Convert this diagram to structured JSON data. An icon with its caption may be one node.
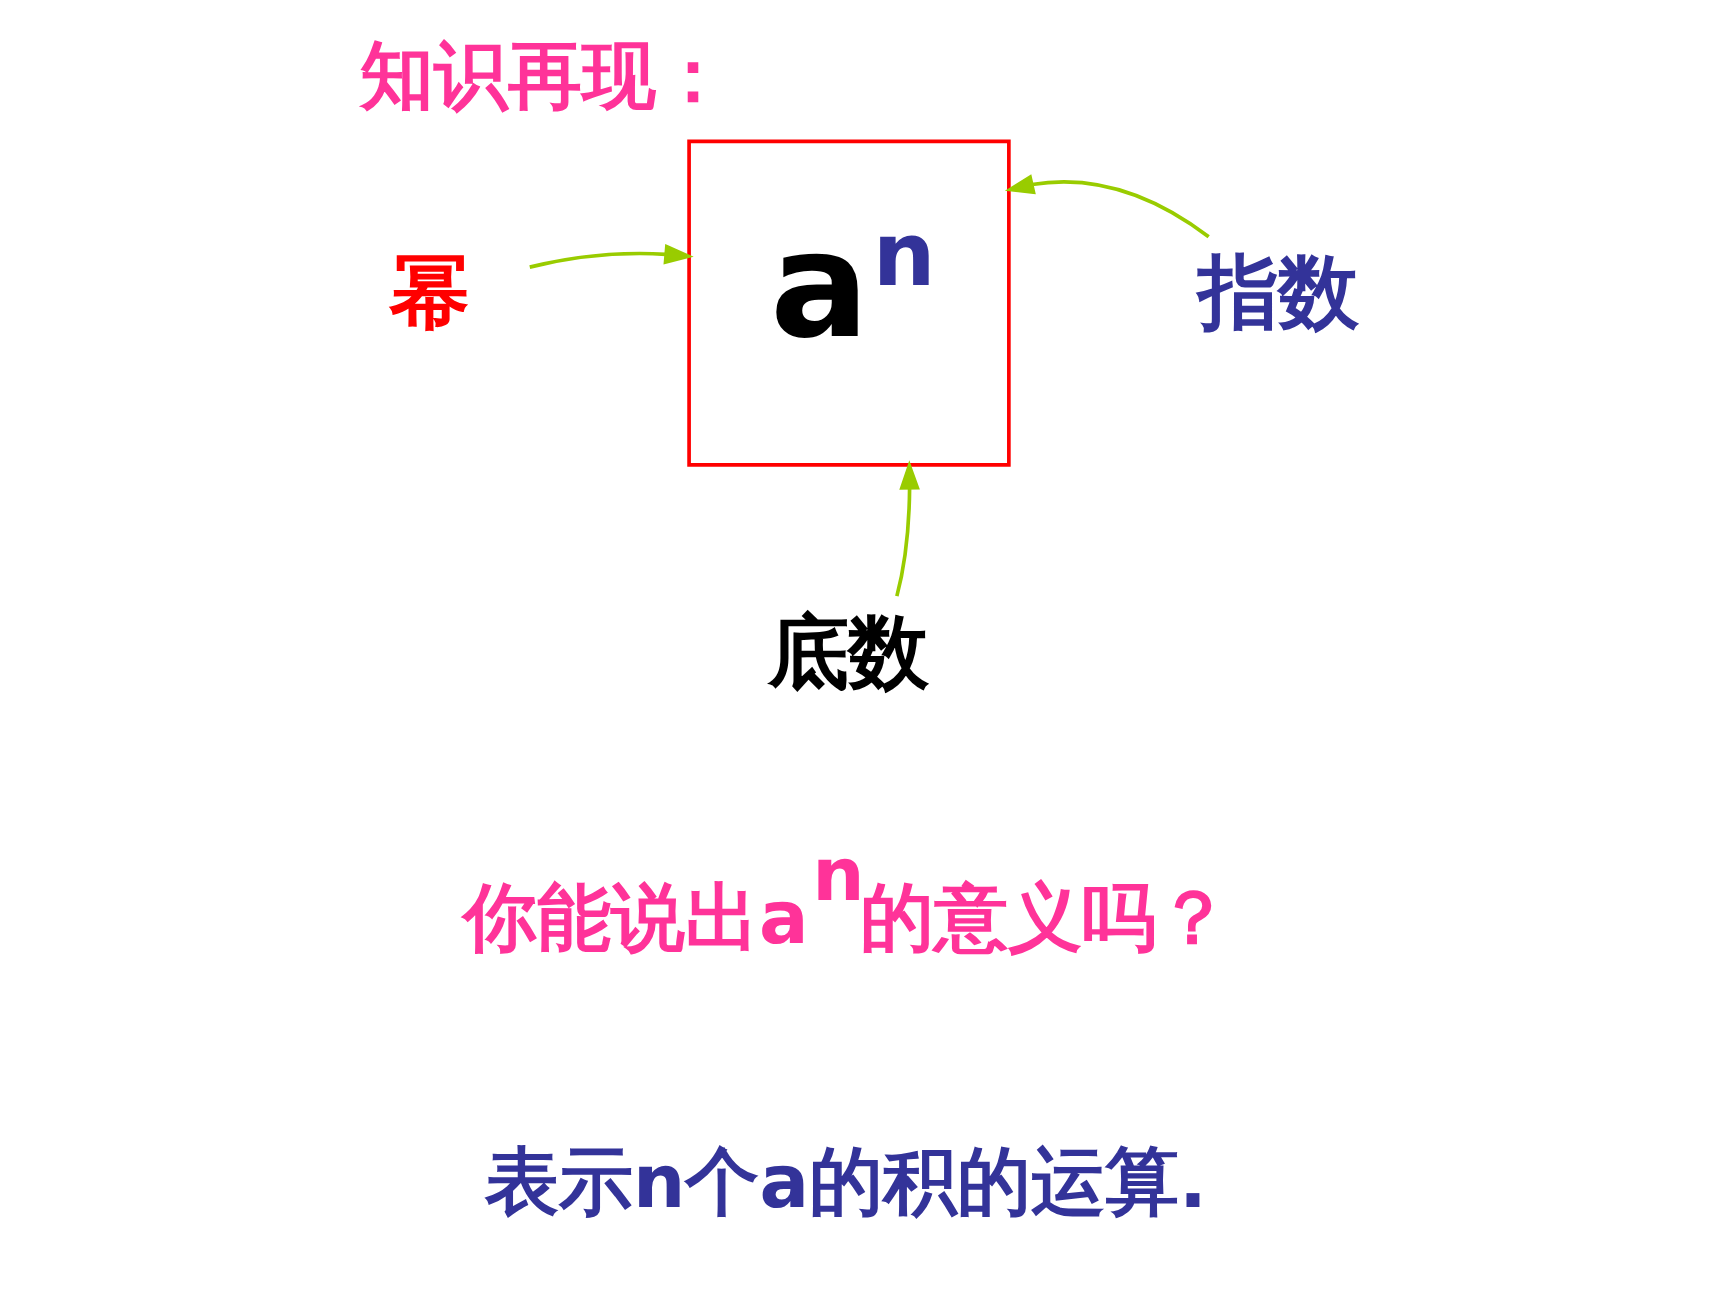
{
  "diagram": {
    "title": "知识再现：",
    "nodes": [
      {
        "text": [
          "幂"
        ]
      },
      {
        "text": [
          "a$^{n}$"
        ]
      },
      {
        "text": [
          "指数"
        ]
      },
      {
        "text": [
          "底数"
        ]
      }
    ],
    "edges": [
      {
        "from": 0,
        "to": 1,
        "arrow": "to"
      },
      {
        "from": 2,
        "to": 1,
        "arrow": "to"
      },
      {
        "from": 3,
        "to": 1,
        "arrow": "to"
      }
    ],
    "labels": [
      "你能说出a$^{n}$的意义吗？",
      "表示n个a的积的运算."
    ]
  }
}
